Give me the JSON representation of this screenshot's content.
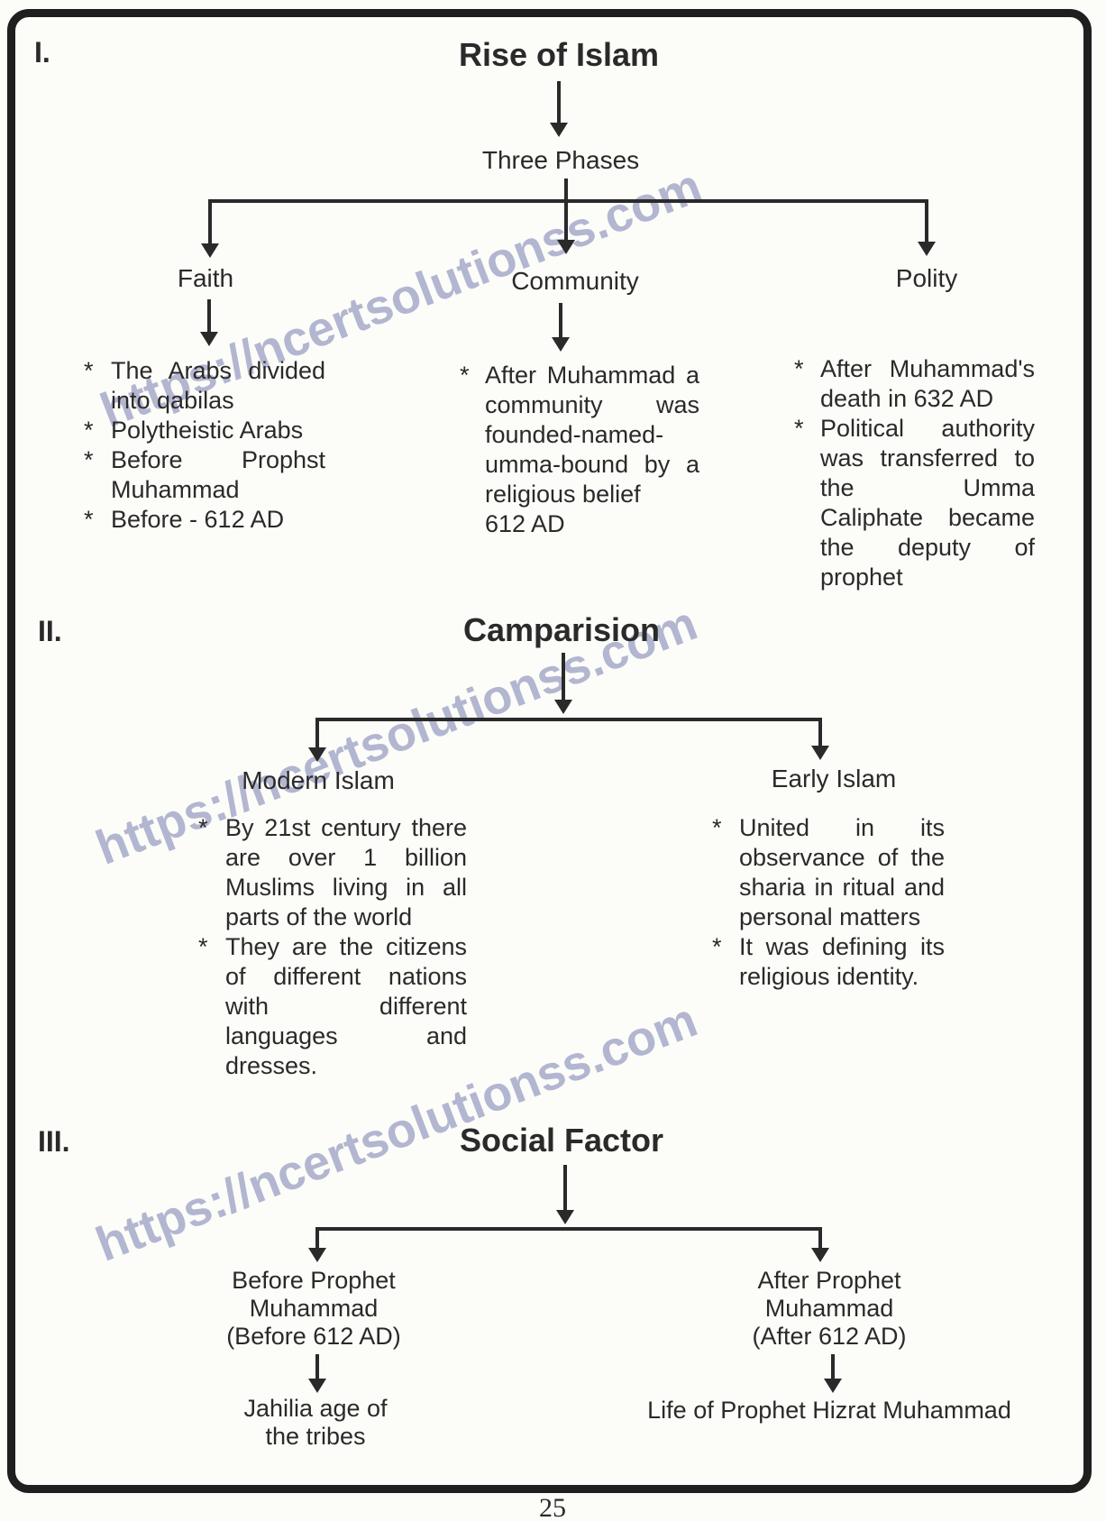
{
  "bullet_marker": "*",
  "watermark": {
    "text": "https://ncertsolutionss.com",
    "color": "#6a70a8"
  },
  "page": {
    "number": "25"
  },
  "sections": [
    {
      "numeral": "I.",
      "title": "Rise of Islam",
      "root": "Three Phases",
      "branches": [
        {
          "label": "Faith",
          "bullets": [
            "The Arabs divided into qabilas",
            "Polytheistic Arabs",
            "Before Prophst Muhammad",
            "Before - 612 AD"
          ]
        },
        {
          "label": "Community",
          "bullets": [
            "After Muhammad a community was founded-named-umma-bound by a religious belief",
            "612 AD"
          ]
        },
        {
          "label": "Polity",
          "bullets": [
            "After Muhammad's death in 632 AD",
            "Political authority was transferred to the Umma Caliphate became the deputy of prophet"
          ]
        }
      ]
    },
    {
      "numeral": "II.",
      "title": "Camparision",
      "branches": [
        {
          "label": "Modern Islam",
          "bullets": [
            "By 21st century there are over 1 billion Muslims living in all parts of the world",
            "They are the citizens of different nations with different languages and dresses."
          ]
        },
        {
          "label": "Early Islam",
          "bullets": [
            "United in its observance of the sharia in ritual and personal matters",
            "It was defining its religious identity."
          ]
        }
      ]
    },
    {
      "numeral": "III.",
      "title": "Social Factor",
      "branches": [
        {
          "label_lines": [
            "Before Prophet",
            "Muhammad",
            "(Before 612 AD)"
          ],
          "leaf_lines": [
            "Jahilia age of",
            "the tribes"
          ]
        },
        {
          "label_lines": [
            "After Prophet",
            "Muhammad",
            "(After 612 AD)"
          ],
          "leaf_lines": [
            "Life of Prophet Hizrat Muhammad"
          ]
        }
      ]
    }
  ]
}
